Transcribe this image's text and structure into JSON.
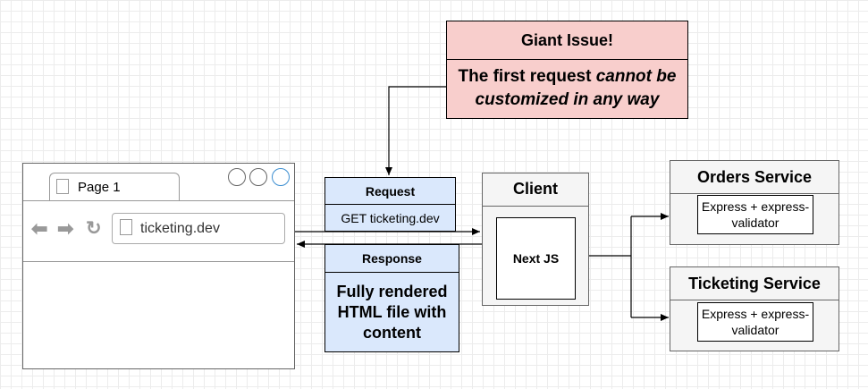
{
  "issue": {
    "title": "Giant Issue!",
    "body_part1": "The first request ",
    "body_em": "cannot be customized in any way"
  },
  "browser": {
    "tab_label": "Page 1",
    "url": "ticketing.dev"
  },
  "request": {
    "header": "Request",
    "body": "GET ticketing.dev"
  },
  "response": {
    "header": "Response",
    "body": "Fully rendered HTML file with content"
  },
  "client": {
    "title": "Client",
    "inner": "Next JS"
  },
  "services": [
    {
      "title": "Orders Service",
      "inner": "Express + express-validator"
    },
    {
      "title": "Ticketing Service",
      "inner": "Express + express-validator"
    }
  ],
  "colors": {
    "issue_fill": "#f8cecc",
    "message_fill": "#dae8fc",
    "container_fill": "#f5f5f5",
    "circle_accent": "#3d8fd1"
  }
}
